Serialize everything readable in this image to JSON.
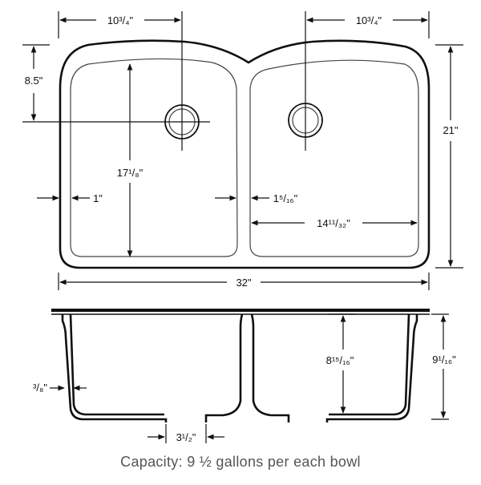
{
  "top_view": {
    "left_drain_offset": "10³/₄\"",
    "right_drain_offset": "10³/₄\"",
    "drain_height": "8.5\"",
    "overall_depth": "21\"",
    "bowl_length": "17¹/₈\"",
    "left_wall": "1\"",
    "divider_width": "1⁵/₁₆\"",
    "right_bowl_width": "14¹¹/₃₂\"",
    "overall_width": "32\""
  },
  "side_view": {
    "wall_thickness": "³/₈\"",
    "bowl_depth": "8¹⁵/₁₆\"",
    "overall_height": "9¹/₁₆\"",
    "drain_opening": "3¹/₂\""
  },
  "caption": "Capacity: 9 ½ gallons per each bowl"
}
